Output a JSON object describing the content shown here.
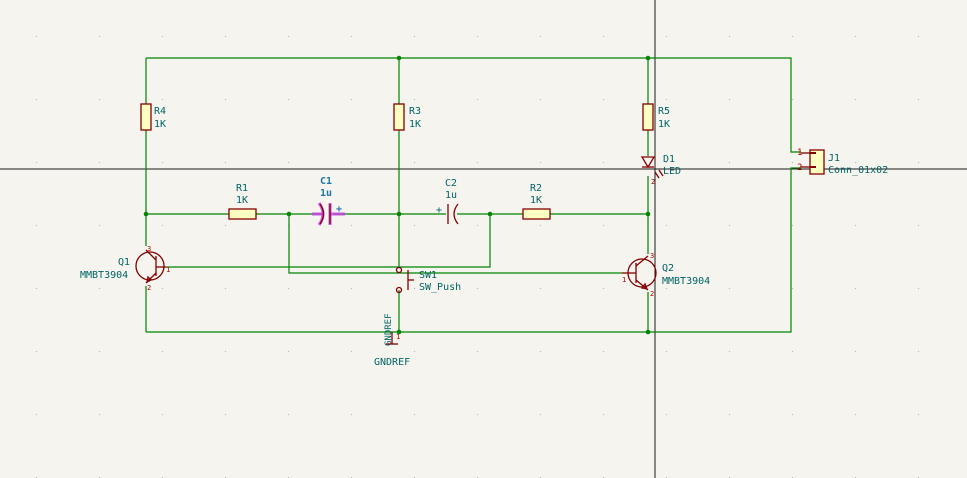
{
  "components": {
    "R4": {
      "ref": "R4",
      "value": "1K"
    },
    "R3": {
      "ref": "R3",
      "value": "1K"
    },
    "R5": {
      "ref": "R5",
      "value": "1K"
    },
    "R1": {
      "ref": "R1",
      "value": "1K"
    },
    "R2": {
      "ref": "R2",
      "value": "1K"
    },
    "C1": {
      "ref": "C1",
      "value": "1u"
    },
    "C2": {
      "ref": "C2",
      "value": "1u"
    },
    "D1": {
      "ref": "D1",
      "value": "LED"
    },
    "Q1": {
      "ref": "Q1",
      "value": "MMBT3904"
    },
    "Q2": {
      "ref": "Q2",
      "value": "MMBT3904"
    },
    "SW1": {
      "ref": "SW1",
      "value": "SW_Push"
    },
    "J1": {
      "ref": "J1",
      "value": "Conn_01x02"
    }
  },
  "power": {
    "gnd_label": "GNDREF",
    "gnd_vertical_label": "GNDREF"
  },
  "pins": {
    "j1_p1": "1",
    "j1_p2": "2",
    "q_base": "1",
    "q_collector": "3",
    "q_emitter": "2",
    "d_anode": "2",
    "gnd_pin": "1"
  },
  "colors": {
    "wire": "#008400",
    "component": "#840000",
    "component_fill": "#ffffc2",
    "label": "#006464",
    "highlight": "#c642e0",
    "background": "#f5f4ef"
  }
}
